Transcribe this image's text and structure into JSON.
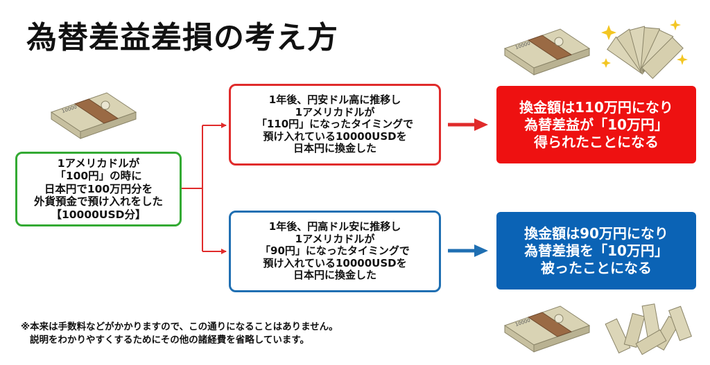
{
  "title": "為替差益差損の考え方",
  "start_box": {
    "lines": [
      "1アメリカドルが",
      "「100円」の時に",
      "日本円で100万円分を",
      "外貨預金で預け入れをした",
      "【10000USD分】"
    ]
  },
  "up_box": {
    "lines": [
      "1年後、円安ドル高に推移し",
      "1アメリカドルが",
      "「110円」になったタイミングで",
      "預け入れている10000USDを",
      "日本円に換金した"
    ]
  },
  "down_box": {
    "lines": [
      "1年後、円高ドル安に推移し",
      "1アメリカドルが",
      "「90円」になったタイミングで",
      "預け入れている10000USDを",
      "日本円に換金した"
    ]
  },
  "gain_box": {
    "lines": [
      "換金額は110万円になり",
      "為替差益が「10万円」",
      "得られたことになる"
    ]
  },
  "loss_box": {
    "lines": [
      "換金額は90万円になり",
      "為替差損を「10万円」",
      "被ったことになる"
    ]
  },
  "note": {
    "lines": [
      "※本来は手数料などがかかりますので、この通りになることはありません。",
      "説明をわかりやすくするためにその他の諸経費を省略しています。"
    ]
  },
  "banknote_text": "10000",
  "colors": {
    "start_border": "#33aa33",
    "up_border": "#e02b2b",
    "down_border": "#1f6fb2",
    "gain_fill": "#ee1111",
    "loss_fill": "#0b63b5",
    "connector_red": "#e02b2b",
    "connector_blue": "#1f6fb2"
  },
  "icons": [
    "banknote-bundle-icon",
    "sparkling-banknotes-icon",
    "scattered-banknotes-icon"
  ]
}
